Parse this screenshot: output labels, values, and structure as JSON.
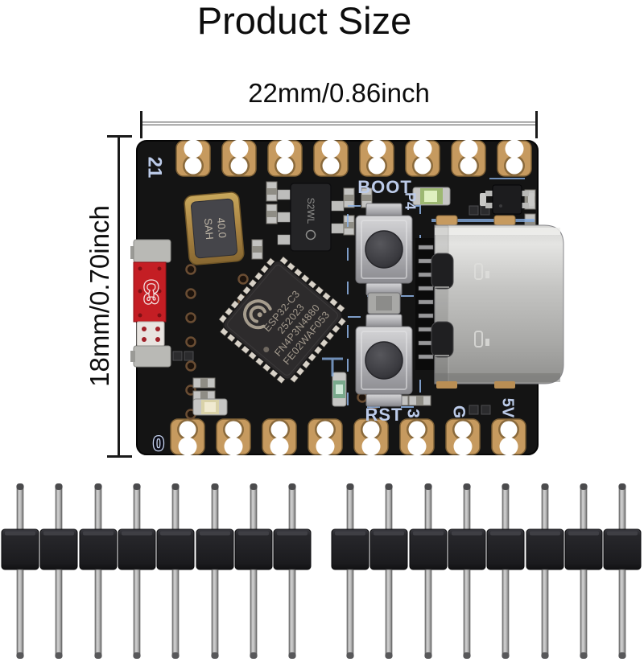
{
  "title": "Product Size",
  "dimensions": {
    "width_label": "22mm/0.86inch",
    "height_label": "18mm/0.70inch"
  },
  "board": {
    "silkscreen": {
      "top_left_pin": "21",
      "bottom_left_pin": "0",
      "boot_label": "BOOT",
      "p4_label": "P4",
      "rst_label": "RST",
      "io3_label": "3",
      "gnd_label": "G",
      "v5_label": "5V",
      "c3_label": "C3"
    },
    "chip_markings": {
      "line1": "ESP32-C3",
      "line2": "252023",
      "line3": "FN4P3N4880",
      "line4": "FE02WAF053"
    },
    "crystal_markings": {
      "line1": "40.0",
      "line2": "SAH"
    },
    "regulator_marking": "S2WL",
    "icons": {
      "chip_logo": "espressif-swirl-icon"
    },
    "colors": {
      "pcb_black": "#151515",
      "pad_gold": "#c69a5f",
      "silkscreen_blue": "#bccbe9",
      "component_red": "#c41e24",
      "usb_silver": "#c2c2c0"
    }
  },
  "pin_headers": {
    "left_pin_count": 8,
    "right_pin_count": 8
  }
}
